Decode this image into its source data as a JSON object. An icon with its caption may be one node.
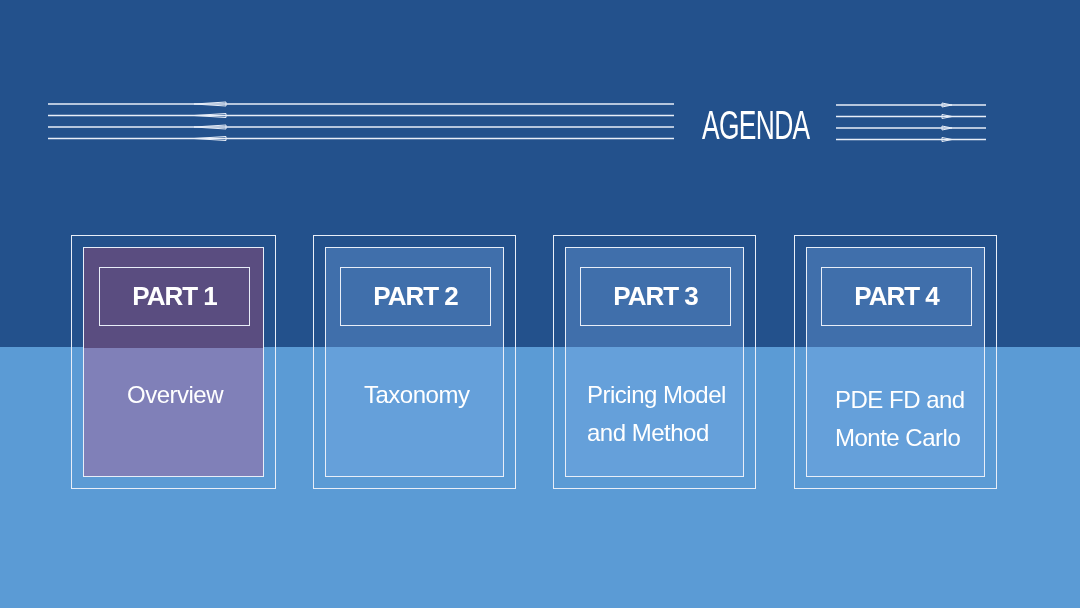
{
  "diagram": {
    "title": "AGENDA",
    "nodes": [
      {
        "text": [
          "Overview"
        ]
      },
      {
        "text": [
          "PART 1"
        ],
        "in": 0
      },
      {
        "text": [
          "Taxonomy"
        ]
      },
      {
        "text": [
          "PART 2"
        ],
        "in": 2
      },
      {
        "text": [
          "Pricing Model and Method"
        ]
      },
      {
        "text": [
          "PART 3"
        ],
        "in": 4
      },
      {
        "text": [
          "PDE FD and Monte Carlo"
        ]
      },
      {
        "text": [
          "PART 4"
        ],
        "in": 6
      }
    ]
  }
}
